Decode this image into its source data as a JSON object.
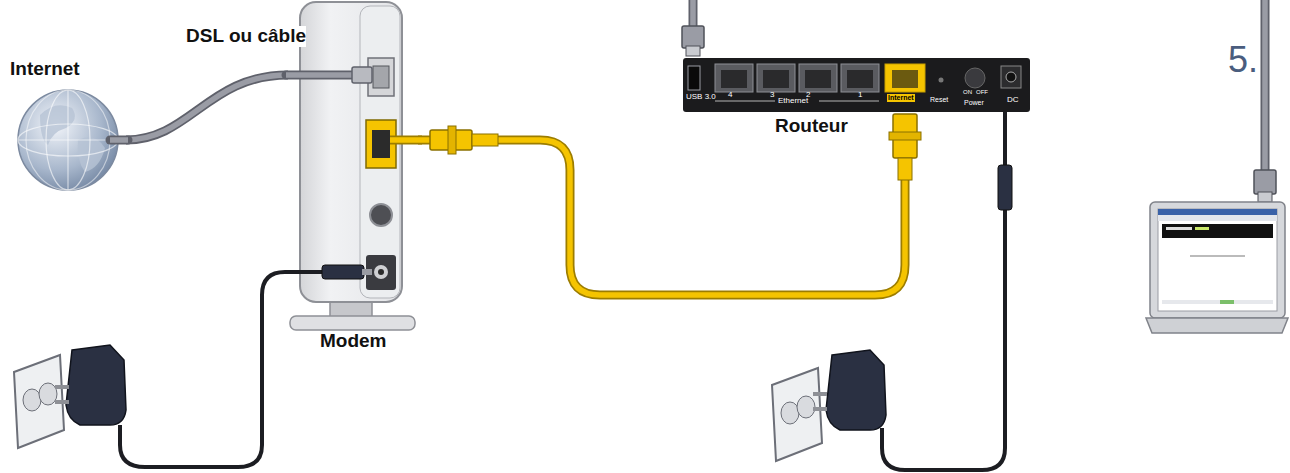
{
  "diagram": {
    "nodes": [
      {
        "text": [
          "Internet"
        ]
      },
      {
        "text": [
          "Modem"
        ]
      },
      {
        "text": [
          "Routeur"
        ]
      }
    ],
    "edges": [
      {
        "from": 0,
        "to": 1,
        "arrow": "none",
        "label": "DSL ou câble"
      },
      {
        "from": 1,
        "to": 2,
        "arrow": "none"
      }
    ],
    "labels": [
      "5.",
      "USB 3.0",
      "4",
      "3",
      "2",
      "1",
      "Ethernet",
      "Internet",
      "Reset",
      "ON",
      "OFF",
      "Power",
      "DC"
    ]
  }
}
